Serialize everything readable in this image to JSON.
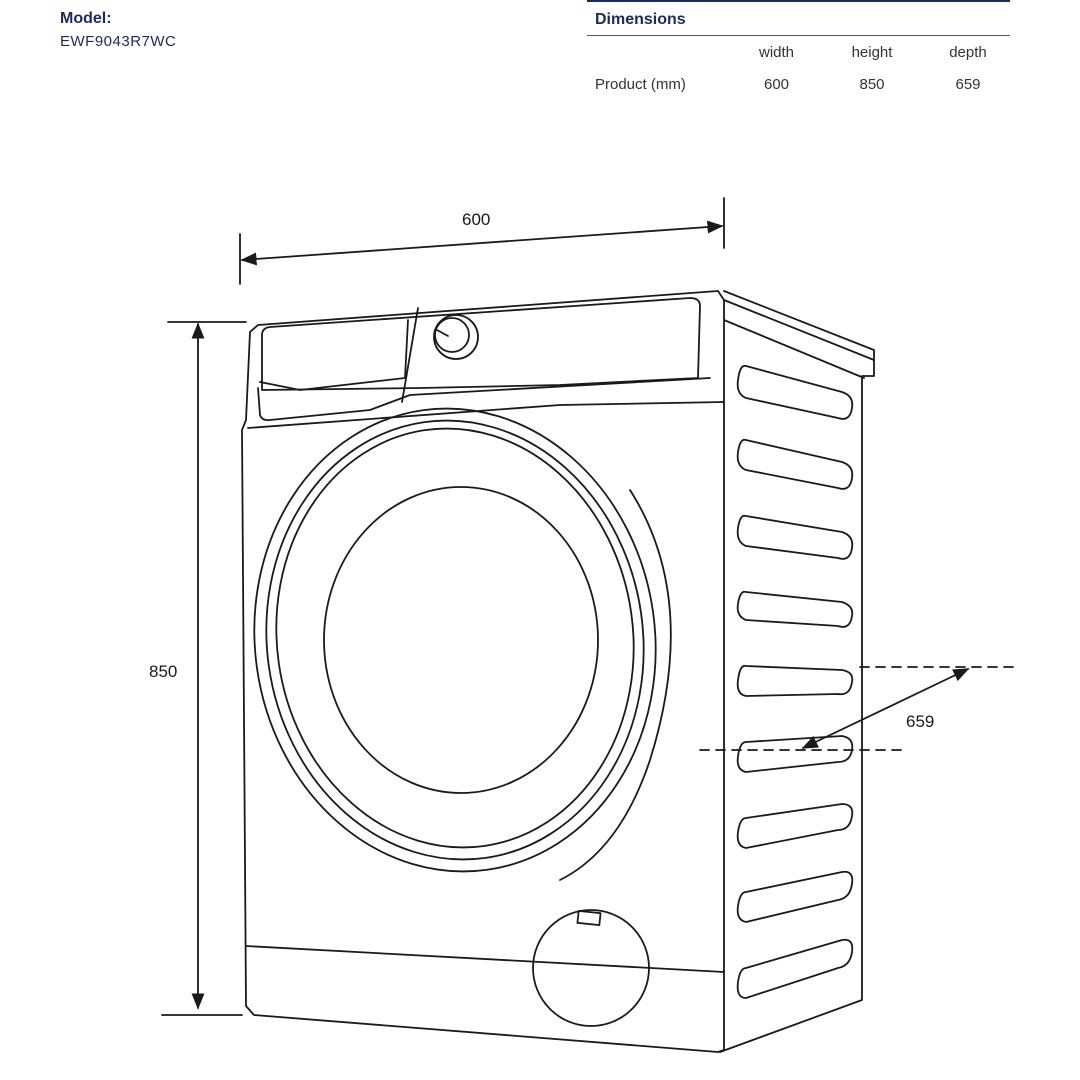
{
  "model": {
    "label": "Model:",
    "value": "EWF9043R7WC"
  },
  "dimensions": {
    "title": "Dimensions",
    "columns": [
      "width",
      "height",
      "depth"
    ],
    "rows": [
      {
        "label": "Product (mm)",
        "values": [
          "600",
          "850",
          "659"
        ]
      }
    ]
  },
  "drawing": {
    "width_label": "600",
    "height_label": "850",
    "depth_label": "659"
  }
}
